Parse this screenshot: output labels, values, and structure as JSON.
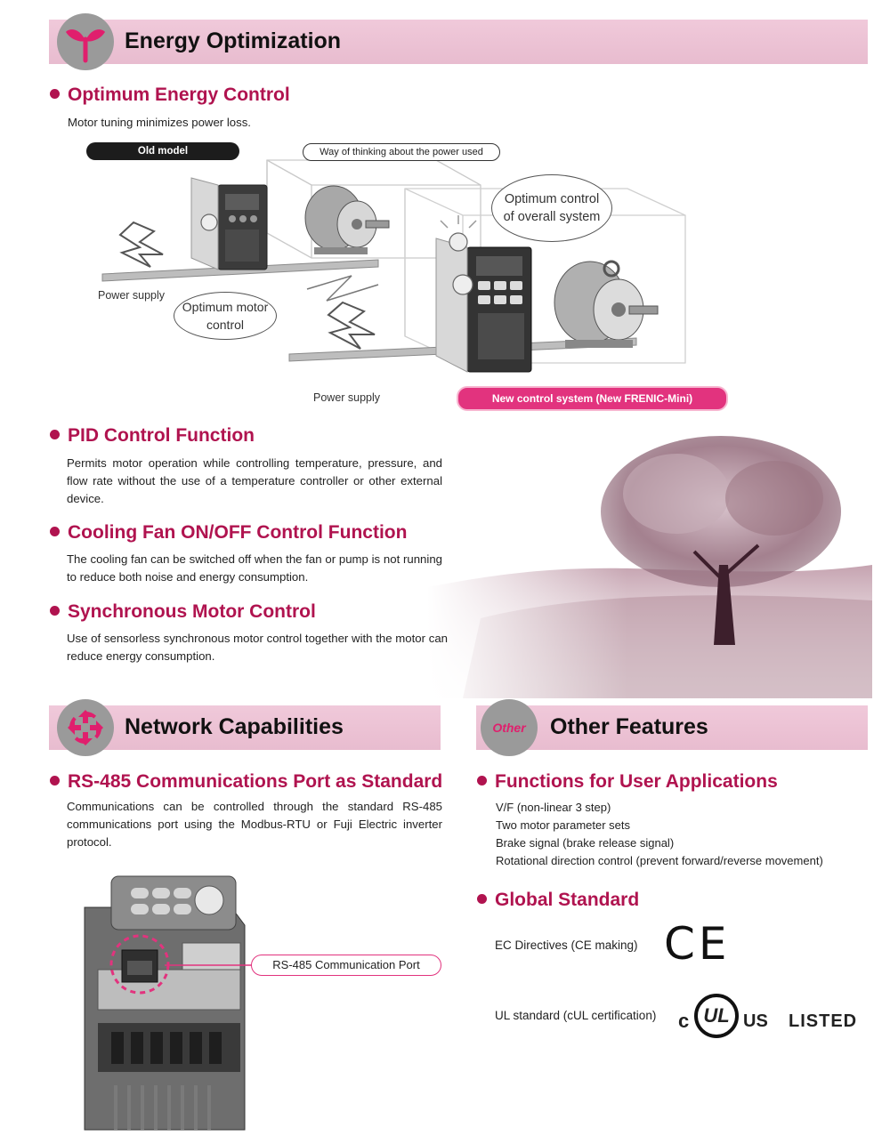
{
  "energy": {
    "title": "Energy Optimization",
    "optimum": {
      "heading": "Optimum Energy Control",
      "desc": "Motor tuning minimizes power loss.",
      "old_model_label": "Old model",
      "way_label": "Way of thinking about the power used",
      "bubble_overall": "Optimum control of overall system",
      "bubble_motor": "Optimum motor control",
      "power_supply_1": "Power supply",
      "power_supply_2": "Power supply",
      "new_system_label": "New control system (New FRENIC-Mini)"
    },
    "pid": {
      "heading": "PID Control Function",
      "desc": "Permits motor operation while controlling temperature, pressure, and flow rate without the use of a temperature controller or other external device."
    },
    "fan": {
      "heading": "Cooling Fan ON/OFF Control Function",
      "desc": "The cooling fan can be switched off when the fan or pump is not running to reduce both noise and energy consumption."
    },
    "sync": {
      "heading": "Synchronous Motor Control",
      "desc": "Use of sensorless synchronous motor control together with the motor can reduce energy consumption."
    }
  },
  "network": {
    "title": "Network Capabilities",
    "rs485": {
      "heading": "RS-485 Communications Port as Standard",
      "desc": "Communications can be controlled through the standard RS-485 communications port using the Modbus-RTU or Fuji Electric inverter protocol.",
      "port_label": "RS-485 Communication Port"
    }
  },
  "other": {
    "icon_text": "Other",
    "title": "Other Features",
    "functions": {
      "heading": "Functions for User Applications",
      "items": [
        "V/F (non-linear 3 step)",
        "Two motor parameter sets",
        "Brake signal (brake release signal)",
        "Rotational direction control (prevent forward/reverse movement)"
      ]
    },
    "global": {
      "heading": "Global Standard",
      "ec_label": "EC Directives (CE making)",
      "ce_mark": "CE",
      "ul_label": "UL standard (cUL certification)",
      "ul_c": "c",
      "ul_mark": "UL",
      "ul_us": "US",
      "ul_listed": "LISTED"
    }
  },
  "colors": {
    "accent": "#b0134f",
    "banner": "#ebc1d3",
    "pink_pill": "#e2337e"
  }
}
